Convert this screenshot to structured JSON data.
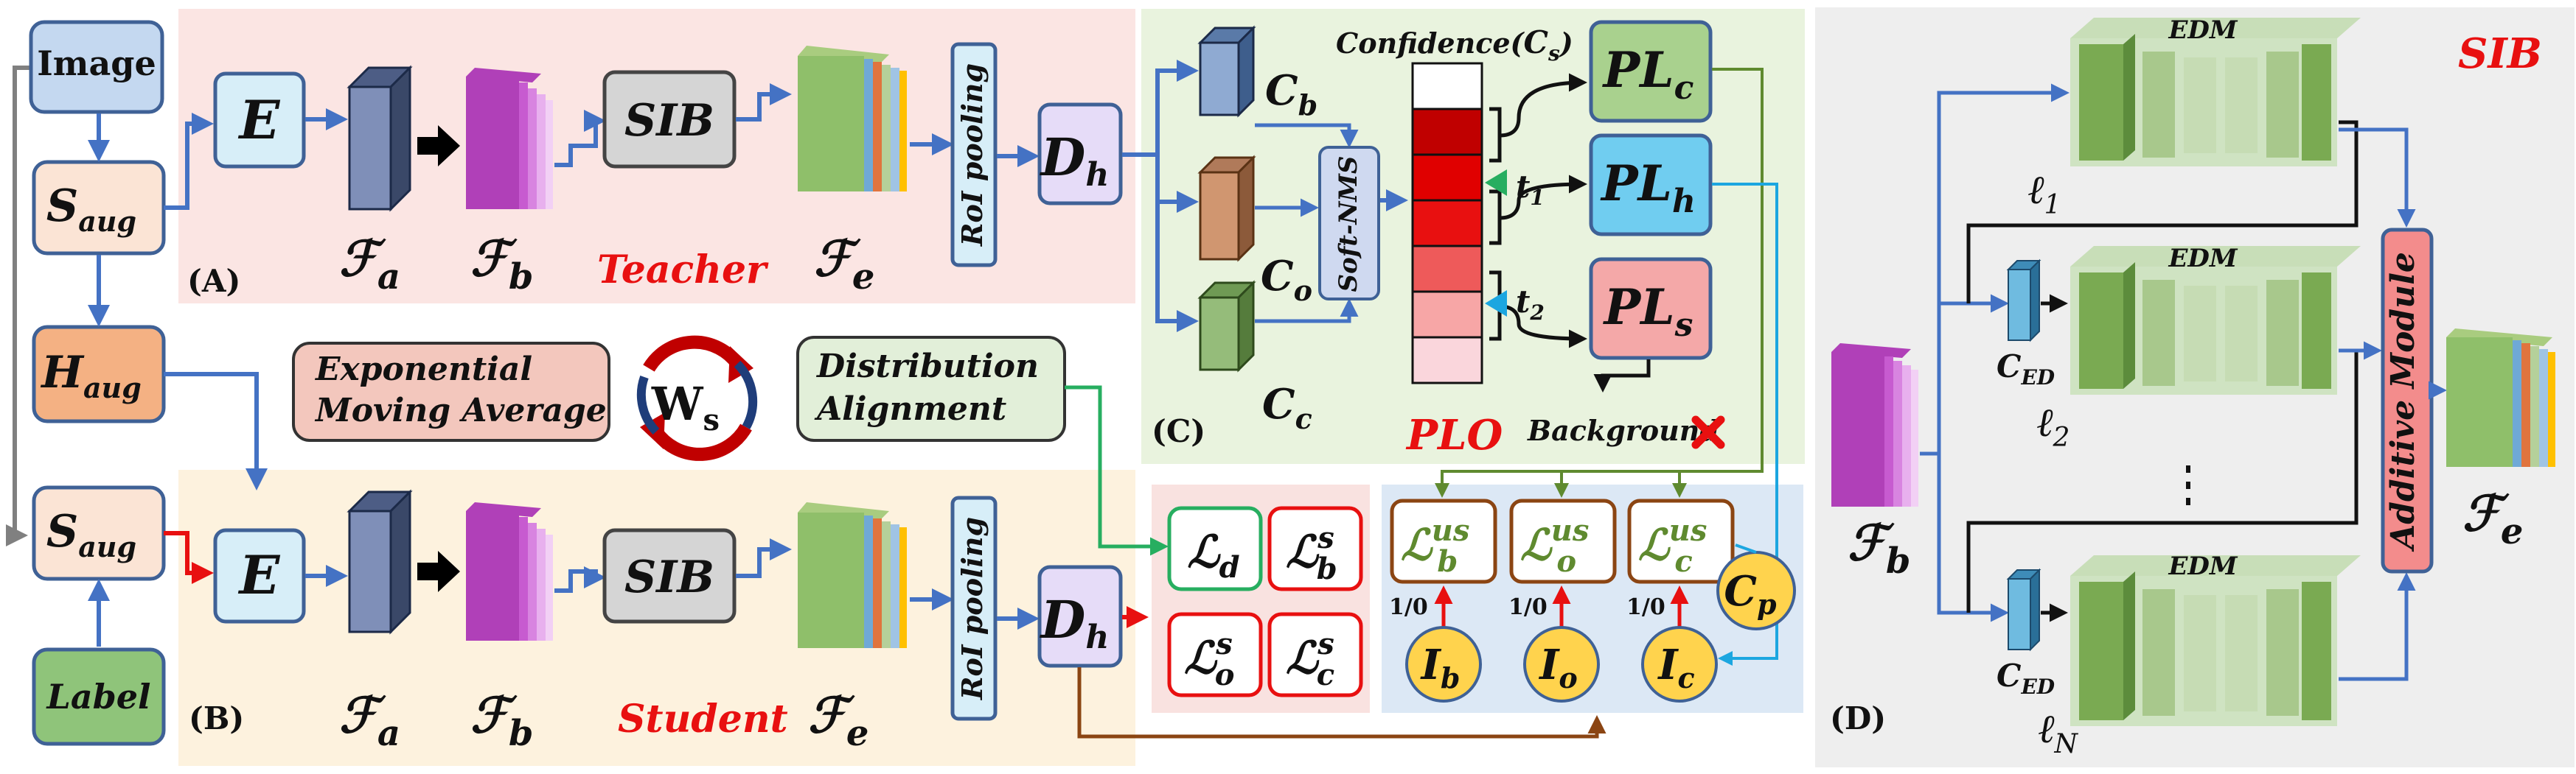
{
  "inputs": {
    "image": "Image",
    "s_aug": "S",
    "s_aug_sub": "aug",
    "h_aug": "H",
    "h_aug_sub": "aug",
    "label": "Label"
  },
  "encoder": "E",
  "features": {
    "script": "ℱ",
    "a": "a",
    "b": "b",
    "e": "e"
  },
  "sib": "SIB",
  "roi": "RoI pooling",
  "head": {
    "main": "D",
    "sub": "h"
  },
  "panels": {
    "A": "(A)",
    "B": "(B)",
    "C": "(C)",
    "D": "(D)"
  },
  "teacher": "Teacher",
  "student": "Student",
  "ema": {
    "line1": "Exponential",
    "line2": "Moving Average"
  },
  "ws": {
    "main": "W",
    "sub": "s"
  },
  "distribution": {
    "line1": "Distribution",
    "line2": "Alignment"
  },
  "plo": {
    "title": "PLO",
    "confidence": "Confidence(",
    "confidence_c": "C",
    "confidence_sub": "s",
    "confidence_close": ")",
    "cb": {
      "main": "C",
      "sub": "b"
    },
    "co": {
      "main": "C",
      "sub": "o"
    },
    "cc": {
      "main": "C",
      "sub": "c"
    },
    "softnms": "Soft-NMS",
    "t1": {
      "main": "t",
      "sub": "1"
    },
    "t2": {
      "main": "t",
      "sub": "2"
    },
    "plc": {
      "main": "PL",
      "sub": "c"
    },
    "plh": {
      "main": "PL",
      "sub": "h"
    },
    "pls": {
      "main": "PL",
      "sub": "s"
    },
    "background": "Background",
    "confidence_colors": [
      "#ffffff",
      "#c00000",
      "#e00000",
      "#e81010",
      "#ee5a5a",
      "#f7a6a6",
      "#fad6dc"
    ]
  },
  "losses": {
    "ld": {
      "main": "ℒ",
      "sub": "d"
    },
    "lbs": {
      "main": "ℒ",
      "sup": "s",
      "sub": "b"
    },
    "los": {
      "main": "ℒ",
      "sup": "s",
      "sub": "o"
    },
    "lcs": {
      "main": "ℒ",
      "sup": "s",
      "sub": "c"
    },
    "lbus": {
      "main": "ℒ",
      "sup": "us",
      "sub": "b"
    },
    "lous": {
      "main": "ℒ",
      "sup": "us",
      "sub": "o"
    },
    "lcus": {
      "main": "ℒ",
      "sup": "us",
      "sub": "c"
    }
  },
  "indicators": {
    "ib": {
      "main": "I",
      "sub": "b"
    },
    "io": {
      "main": "I",
      "sub": "o"
    },
    "ic": {
      "main": "I",
      "sub": "c"
    },
    "cp": {
      "main": "C",
      "sub": "p"
    },
    "ratio": "1/0"
  },
  "sib_detail": {
    "title": "SIB",
    "edm": "EDM",
    "ced": {
      "main": "C",
      "sub": "ED"
    },
    "l1": {
      "main": "ℓ",
      "sub": "1"
    },
    "l2": {
      "main": "ℓ",
      "sub": "2"
    },
    "ln": {
      "main": "ℓ",
      "sub": "N"
    },
    "additive": "Additive Module",
    "fb": {
      "main": "ℱ",
      "sub": "b"
    },
    "fe": {
      "main": "ℱ",
      "sub": "e"
    }
  },
  "colors": {
    "teacher_bg": "#fbe5e3",
    "student_bg": "#fdf2de",
    "plo_bg": "#e9f3de",
    "loss_bg": "#dce8f5",
    "sib_bg": "#eeeeee",
    "arrow_blue": "#4472c4",
    "accent_red": "#e81010",
    "green_line": "#5f8a2f",
    "cyan_line": "#1ca6e0",
    "brown_line": "#8b4513"
  }
}
